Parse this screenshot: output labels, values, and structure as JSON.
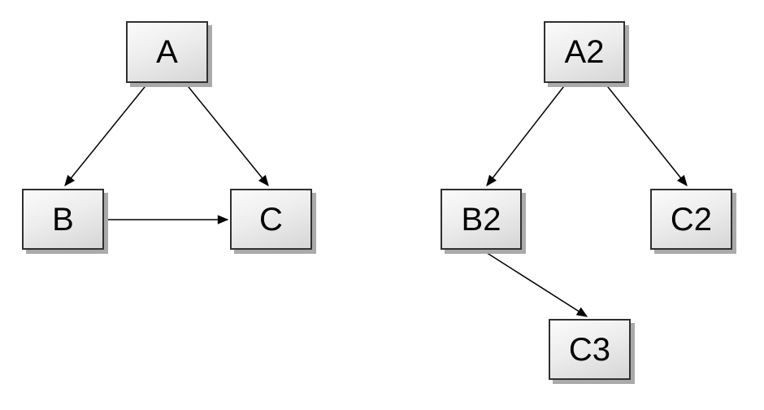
{
  "diagram": {
    "background_color": "#ffffff",
    "node_colors": {
      "fill_top": "#fbfbfb",
      "fill_bottom": "#d6d6d6",
      "border": "#303030",
      "shadow": "#aaaaaa",
      "text": "#000000"
    },
    "edge_color": "#000000",
    "graphs": [
      {
        "id": "left-graph",
        "nodes": [
          {
            "id": "A",
            "label": "A"
          },
          {
            "id": "B",
            "label": "B"
          },
          {
            "id": "C",
            "label": "C"
          }
        ],
        "edges": [
          {
            "from": "A",
            "to": "B"
          },
          {
            "from": "A",
            "to": "C"
          },
          {
            "from": "B",
            "to": "C"
          }
        ]
      },
      {
        "id": "right-graph",
        "nodes": [
          {
            "id": "A2",
            "label": "A2"
          },
          {
            "id": "B2",
            "label": "B2"
          },
          {
            "id": "C2",
            "label": "C2"
          },
          {
            "id": "C3",
            "label": "C3"
          }
        ],
        "edges": [
          {
            "from": "A2",
            "to": "B2"
          },
          {
            "from": "A2",
            "to": "C2"
          },
          {
            "from": "B2",
            "to": "C3"
          }
        ]
      }
    ]
  }
}
